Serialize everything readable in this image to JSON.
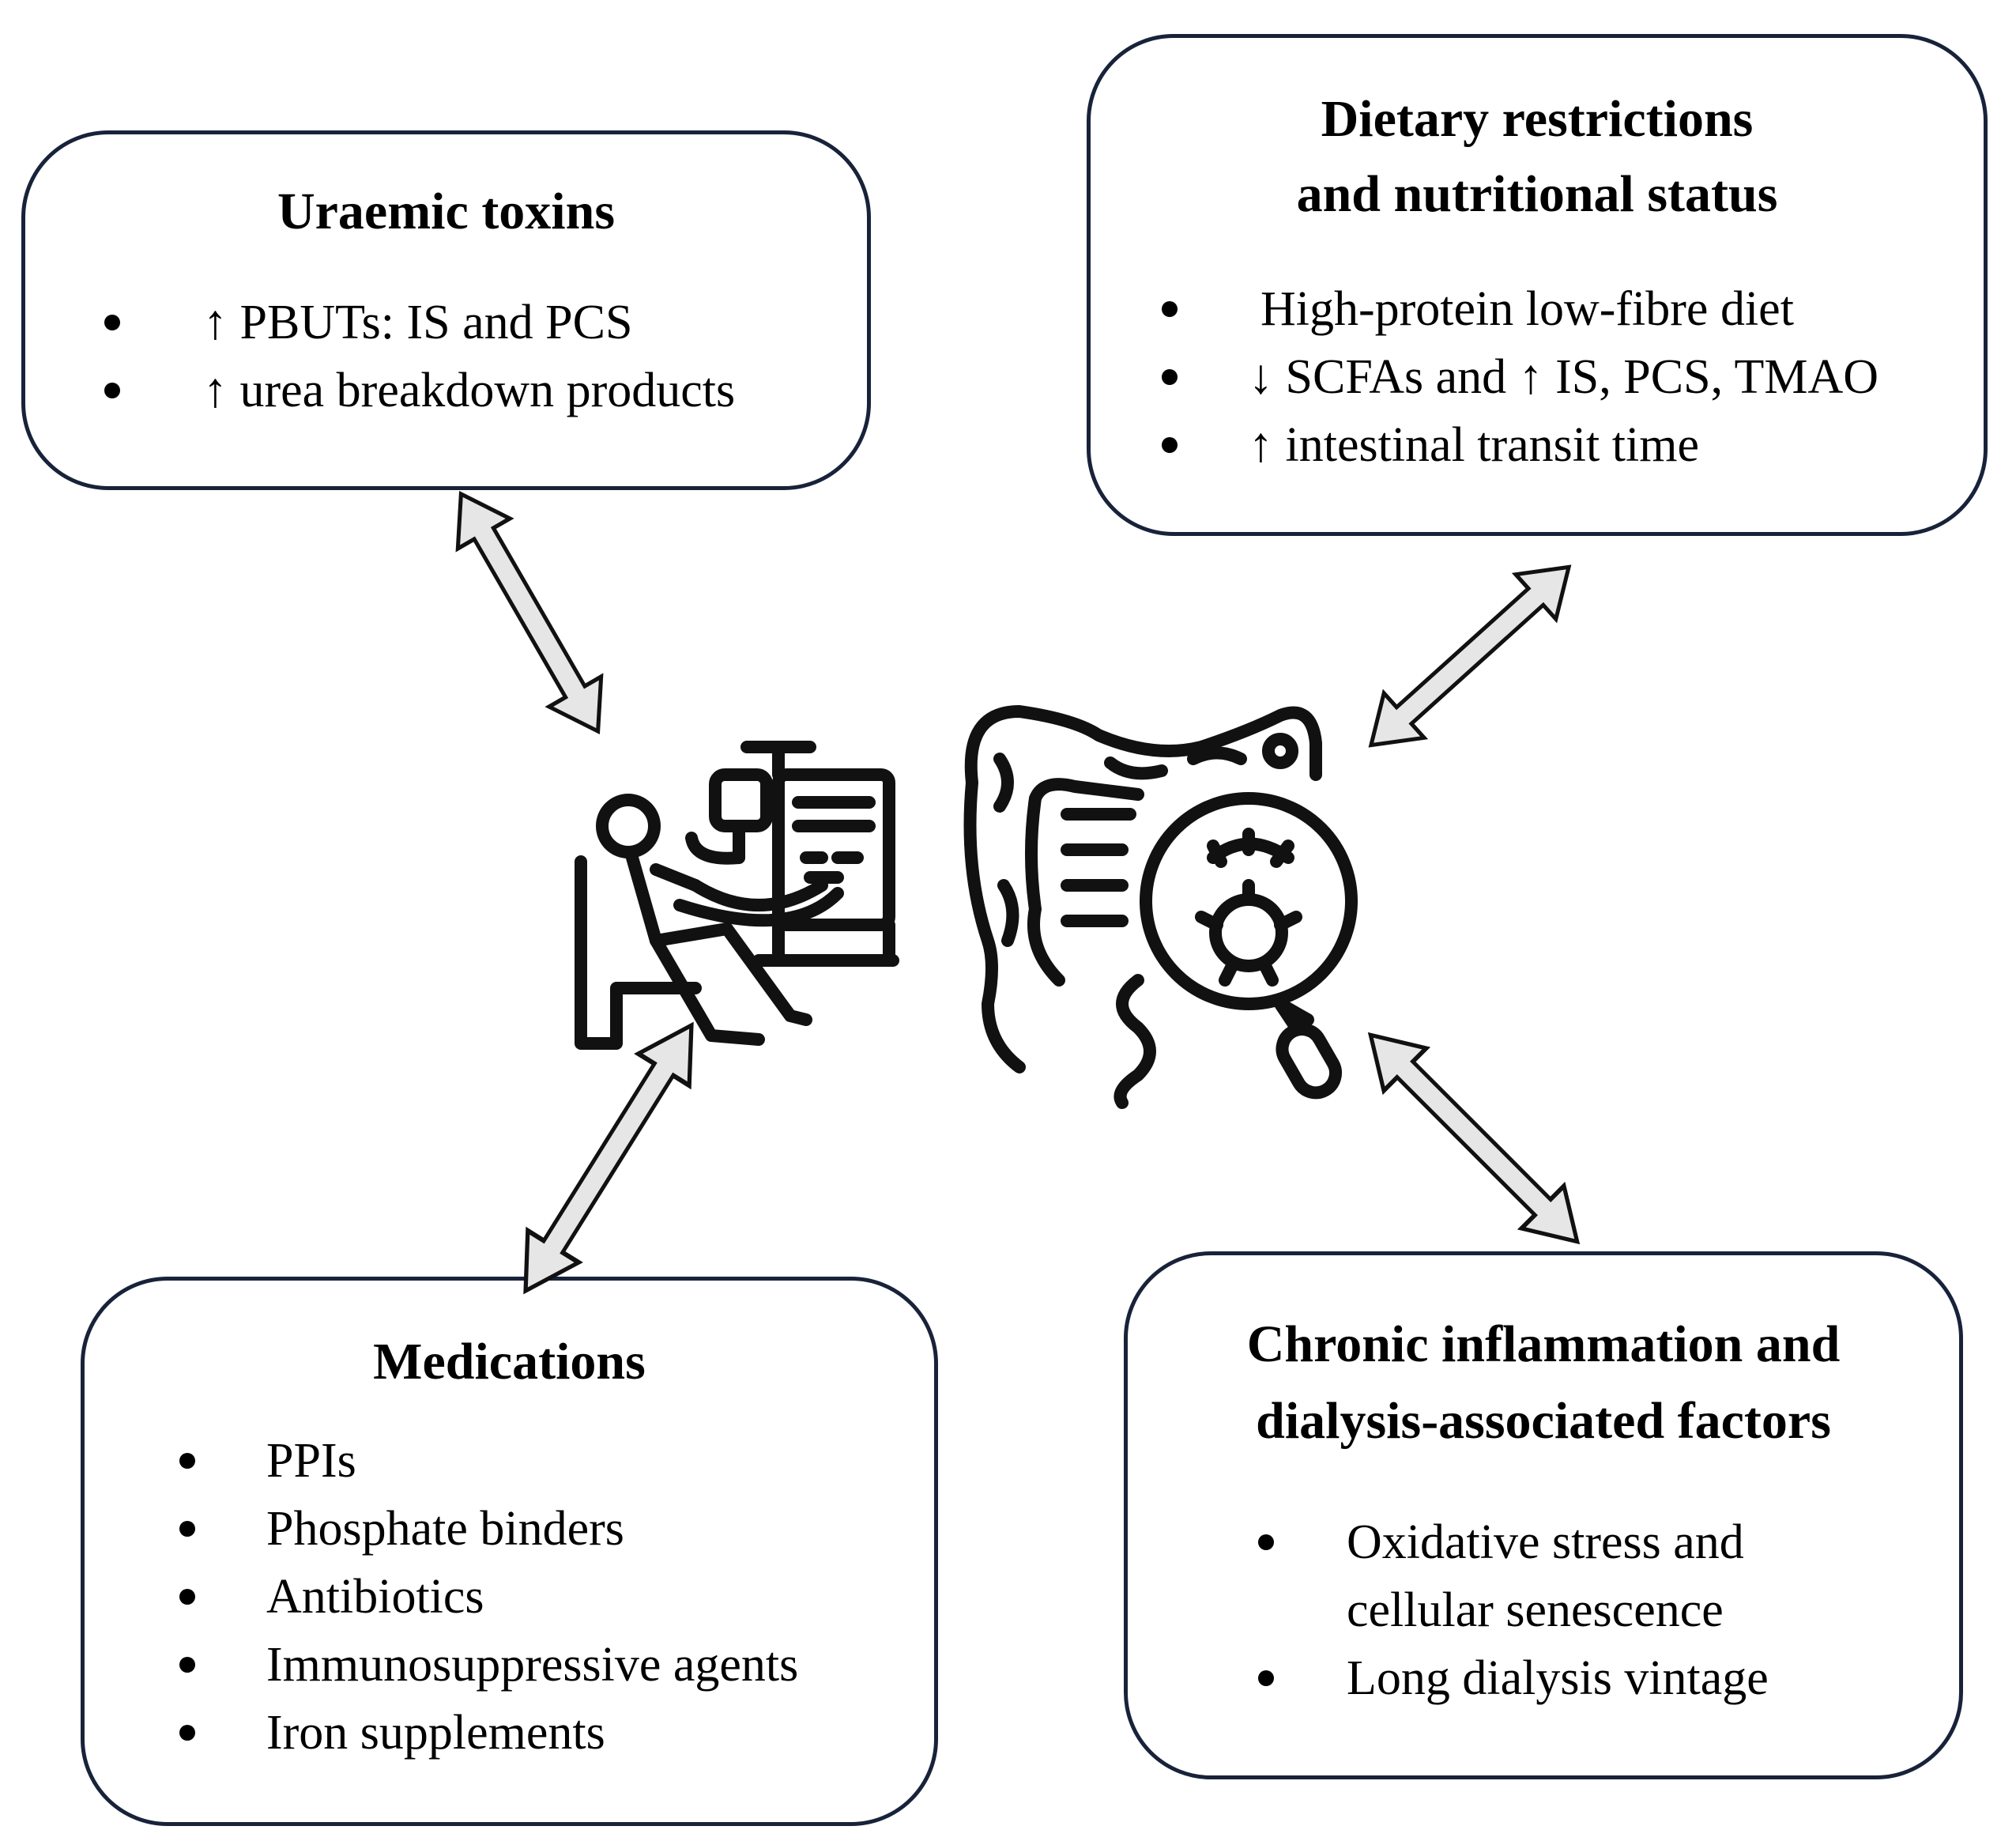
{
  "boxes": {
    "uraemic": {
      "title": "Uraemic toxins",
      "items": [
        "↑ PBUTs: IS and PCS",
        "↑ urea breakdown products"
      ]
    },
    "dietary": {
      "title_line1": "Dietary restrictions",
      "title_line2": "and nutritional status",
      "items": [
        "High-protein low-fibre diet",
        "↓ SCFAs and ↑ IS, PCS, TMAO",
        "↑ intestinal transit time"
      ]
    },
    "medications": {
      "title": "Medications",
      "items": [
        "PPIs",
        "Phosphate binders",
        "Antibiotics",
        "Immunosuppressive agents",
        "Iron supplements"
      ]
    },
    "chronic": {
      "title_line1": "Chronic inflammation and",
      "title_line2": "dialysis-associated factors",
      "items": [
        "Oxidative stress and",
        "cellular senescence",
        "Long dialysis vintage"
      ]
    }
  },
  "icons": [
    "dialysis-patient-icon",
    "gut-microbiome-magnifier-icon"
  ],
  "colors": {
    "box_border": "#18233a",
    "arrow_fill": "#e6e6e6",
    "arrow_stroke": "#111111"
  }
}
